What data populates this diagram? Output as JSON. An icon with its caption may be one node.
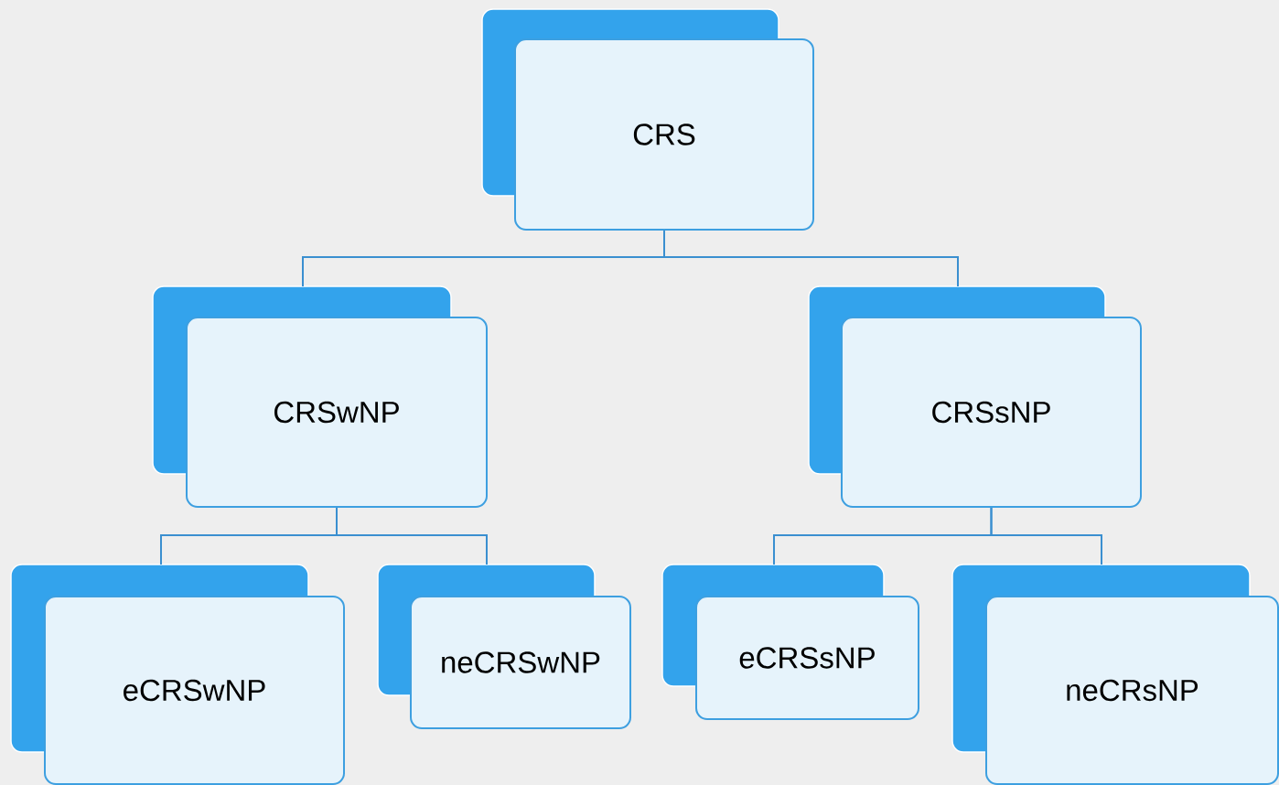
{
  "diagram": {
    "nodes": [
      {
        "text": [
          "CRS"
        ]
      },
      {
        "text": [
          "CRSwNP"
        ]
      },
      {
        "text": [
          "CRSsNP"
        ]
      },
      {
        "text": [
          "eCRSwNP"
        ]
      },
      {
        "text": [
          "neCRSwNP"
        ]
      },
      {
        "text": [
          "eCRSsNP"
        ]
      },
      {
        "text": [
          "neCRsNP"
        ]
      }
    ],
    "edges": [
      {
        "from": 0,
        "to": 1,
        "arrow": "none"
      },
      {
        "from": 0,
        "to": 2,
        "arrow": "none"
      },
      {
        "from": 1,
        "to": 3,
        "arrow": "none"
      },
      {
        "from": 1,
        "to": 4,
        "arrow": "none"
      },
      {
        "from": 2,
        "to": 5,
        "arrow": "none"
      },
      {
        "from": 2,
        "to": 6,
        "arrow": "none"
      }
    ]
  }
}
